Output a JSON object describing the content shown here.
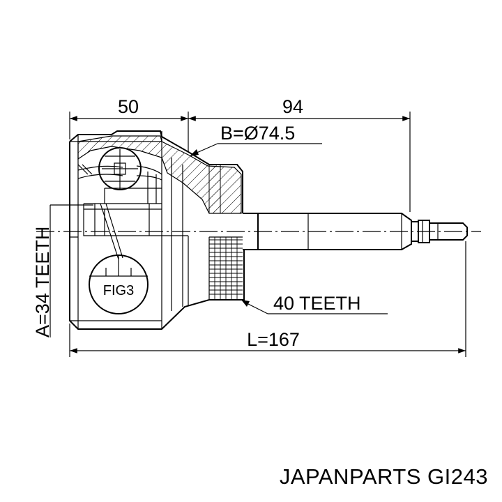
{
  "labels": {
    "dim_top_left": "50",
    "dim_top_right": "94",
    "bore": "B=Ø74.5",
    "teeth_outer": "A=34 TEETH",
    "teeth_inner": "40 TEETH",
    "length": "L=167",
    "fig": "FIG3"
  },
  "footer": {
    "brand_part": "JAPANPARTS GI243"
  }
}
